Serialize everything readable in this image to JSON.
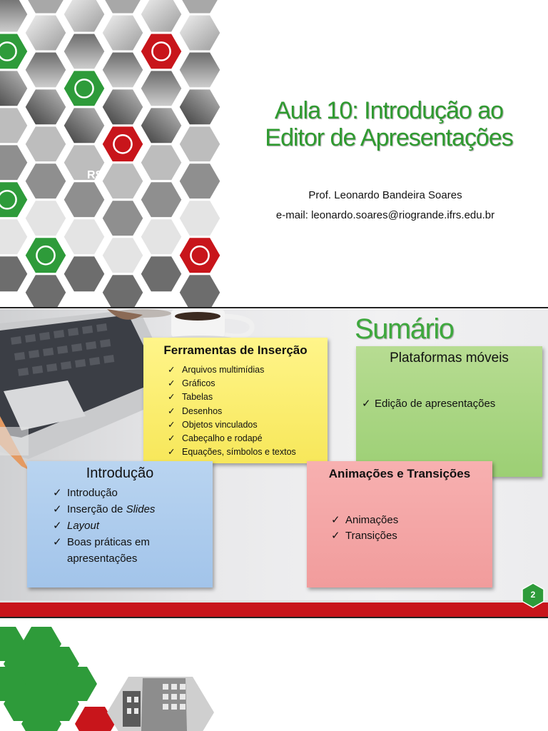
{
  "slide1": {
    "title_line1": "Aula 10: Introdução ao",
    "title_line2": "Editor de Apresentações",
    "author": "Prof. Leonardo Bandeira Soares",
    "email": "e-mail: leonardo.soares@riogrande.ifrs.edu.br",
    "badge_text": "RS",
    "colors": {
      "title": "#2f9a30",
      "green_hex": "#2e9b3a",
      "red_hex": "#c8151b"
    }
  },
  "slide2": {
    "title": "Sumário",
    "page_number": "2",
    "notes": {
      "ferramentas": {
        "heading": "Ferramentas de Inserção",
        "items": [
          "Arquivos multimídias",
          "Gráficos",
          "Tabelas",
          "Desenhos",
          "Objetos vinculados",
          "Cabeçalho e rodapé",
          "Equações, símbolos e textos"
        ]
      },
      "plataformas": {
        "heading": "Plataformas móveis",
        "items": [
          "Edição de apresentações"
        ]
      },
      "introducao": {
        "heading": "Introdução",
        "items": [
          "Introdução",
          "Inserção de ",
          "Layout",
          "Boas práticas em",
          "apresentações"
        ],
        "item2_italic": "Slides"
      },
      "animacoes": {
        "heading": "Animações e Transições",
        "items": [
          "Animações",
          "Transições"
        ]
      }
    },
    "check_glyph": "✓",
    "colors": {
      "yellow": "#f7e75a",
      "green": "#9ccf74",
      "blue": "#a2c4ea",
      "red": "#f19c9c",
      "bar": "#c8151b",
      "title": "#3ea83d"
    }
  }
}
